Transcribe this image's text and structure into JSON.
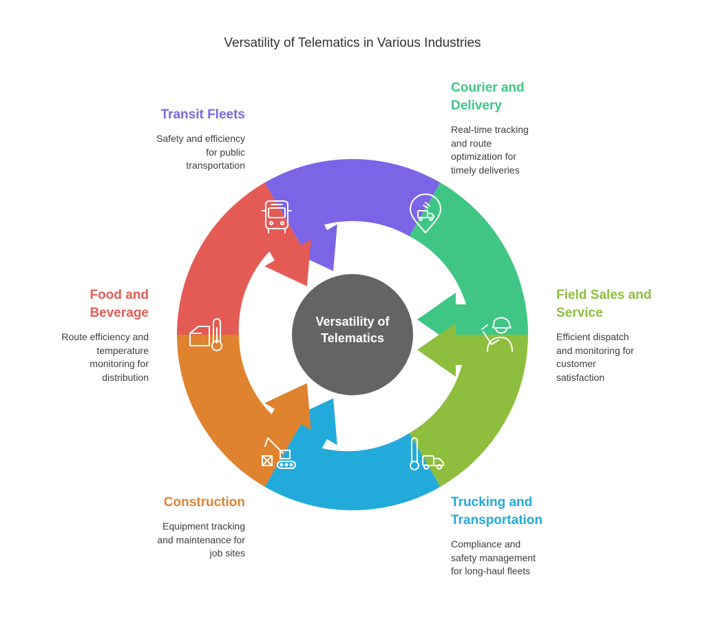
{
  "title": "Versatility of Telematics in Various Industries",
  "center": {
    "line1": "Versatility of",
    "line2": "Telematics"
  },
  "colors": {
    "transit": "#7B64E6",
    "courier": "#3FC684",
    "field": "#8EBE3E",
    "trucking": "#22AADB",
    "construction": "#DF832F",
    "food": "#E45B55",
    "hub": "#646464"
  },
  "segments": [
    {
      "id": "transit",
      "heading_lines": [
        "Transit Fleets"
      ],
      "desc_lines": [
        "Safety and efficiency",
        "for public",
        "transportation"
      ],
      "icon": "bus-icon"
    },
    {
      "id": "courier",
      "heading_lines": [
        "Courier and",
        "Delivery"
      ],
      "desc_lines": [
        "Real-time tracking",
        "and route",
        "optimization for",
        "timely deliveries"
      ],
      "icon": "delivery-truck-location-icon"
    },
    {
      "id": "field",
      "heading_lines": [
        "Field Sales and",
        "Service"
      ],
      "desc_lines": [
        "Efficient dispatch",
        "and monitoring for",
        "customer",
        "satisfaction"
      ],
      "icon": "field-worker-icon"
    },
    {
      "id": "trucking",
      "heading_lines": [
        "Trucking and",
        "Transportation"
      ],
      "desc_lines": [
        "Compliance and",
        "safety management",
        "for long-haul fleets"
      ],
      "icon": "thermometer-truck-icon"
    },
    {
      "id": "construction",
      "heading_lines": [
        "Construction"
      ],
      "desc_lines": [
        "Equipment tracking",
        "and maintenance for",
        "job sites"
      ],
      "icon": "excavator-icon"
    },
    {
      "id": "food",
      "heading_lines": [
        "Food and",
        "Beverage"
      ],
      "desc_lines": [
        "Route efficiency and",
        "temperature",
        "monitoring for",
        "distribution"
      ],
      "icon": "box-thermometer-icon"
    }
  ]
}
